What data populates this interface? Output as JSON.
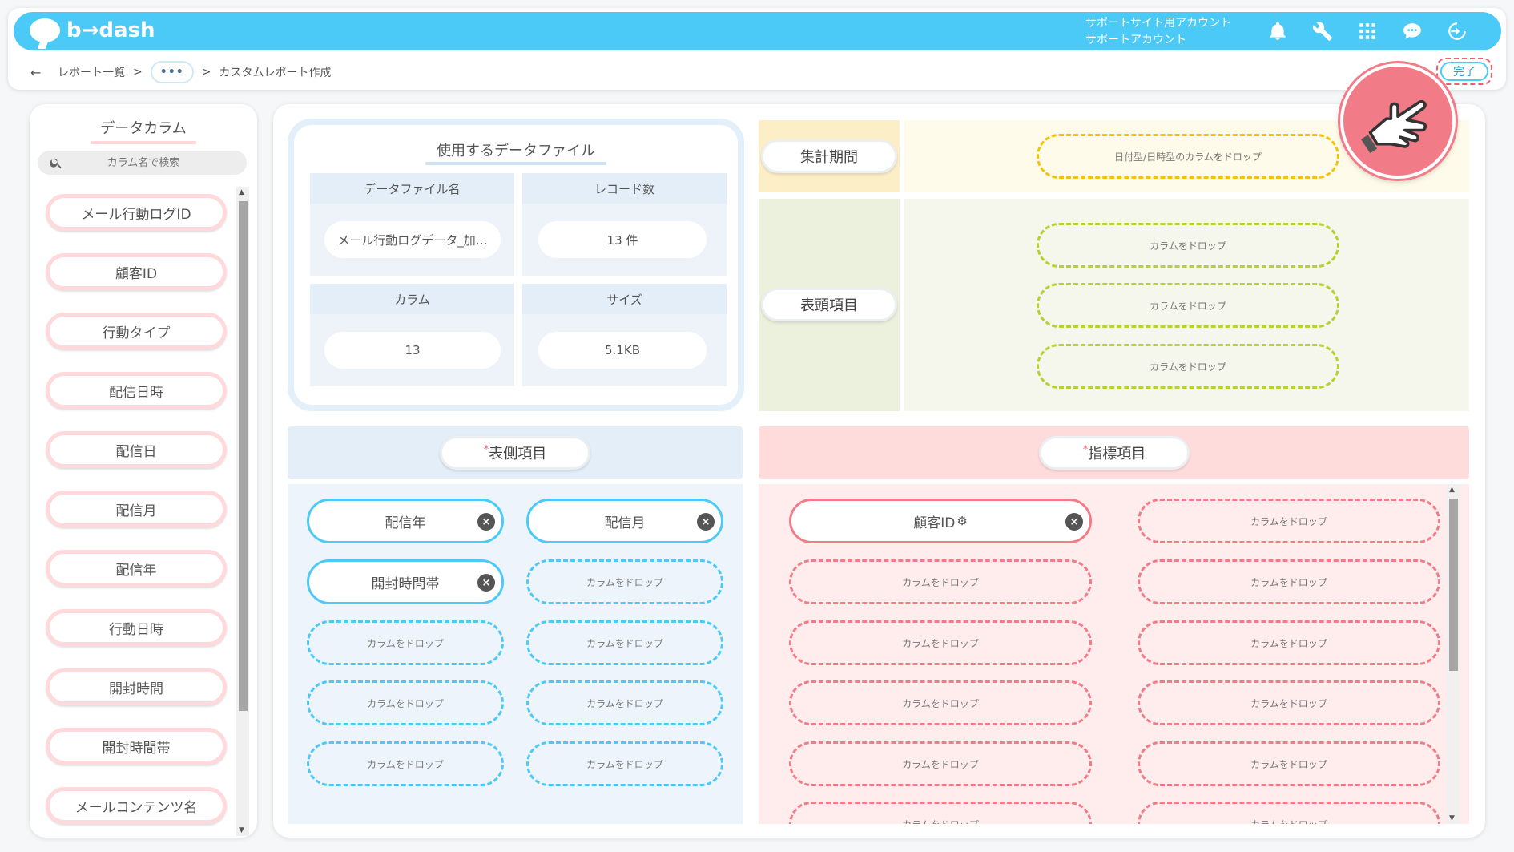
{
  "app": {
    "logo_text": "b→dash",
    "account_line1": "サポートサイト用アカウント",
    "account_line2": "サポートアカウント"
  },
  "toolbar_icons": [
    "bell-icon",
    "wrench-icon",
    "grid-icon",
    "chat-icon",
    "logout-icon"
  ],
  "breadcrumb": {
    "back": "←",
    "item1": "レポート一覧",
    "sep": ">",
    "ellipsis": "•••",
    "current": "カスタムレポート作成"
  },
  "done_label": "完了",
  "sidebar": {
    "title": "データカラム",
    "search_placeholder": "カラム名で検索",
    "items": [
      "メール行動ログID",
      "顧客ID",
      "行動タイプ",
      "配信日時",
      "配信日",
      "配信月",
      "配信年",
      "行動日時",
      "開封時間",
      "開封時間帯",
      "メールコンテンツ名"
    ]
  },
  "file_info": {
    "title": "使用するデータファイル",
    "h_name": "データファイル名",
    "v_name": "メール行動ログデータ_加…",
    "h_records": "レコード数",
    "v_records": "13 件",
    "h_columns": "カラム",
    "v_columns": "13",
    "h_size": "サイズ",
    "v_size": "5.1KB"
  },
  "period": {
    "label": "集計期間",
    "drop": "日付型/日時型のカラムをドロップ"
  },
  "header_items": {
    "label": "表頭項目",
    "drop": "カラムをドロップ"
  },
  "side_items": {
    "required_mark": "*",
    "label": "表側項目",
    "chips": [
      "配信年",
      "配信月",
      "開封時間帯"
    ],
    "remove_mark": "×",
    "drop": "カラムをドロップ"
  },
  "metric_items": {
    "required_mark": "*",
    "label": "指標項目",
    "chip": "顧客ID",
    "gear": "⚙",
    "remove_mark": "×",
    "drop": "カラムをドロップ"
  },
  "colors": {
    "brand_blue": "#4ccaf7",
    "accent_pink": "#f27b88",
    "period_yellow": "#f4c20d",
    "header_green": "#b5d22d"
  }
}
